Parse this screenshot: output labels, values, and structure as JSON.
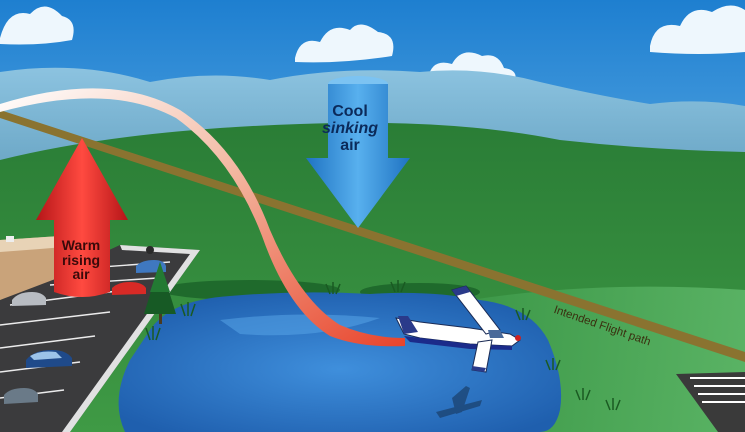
{
  "labels": {
    "cool_line1": "Cool",
    "cool_line2": "sinking",
    "cool_line3": "air",
    "warm_line1": "Warm",
    "warm_line2": "rising",
    "warm_line3": "air",
    "flight_path": "Intended Flight path"
  },
  "colors": {
    "sky_top": "#1e7fd0",
    "sky_bottom": "#9fd4f2",
    "field": "#2f8a3a",
    "lake": "#2f78c8",
    "flight_path": "#8a7330",
    "cool_arrow": "#2f8fd8",
    "warm_arrow": "#e0282a"
  }
}
